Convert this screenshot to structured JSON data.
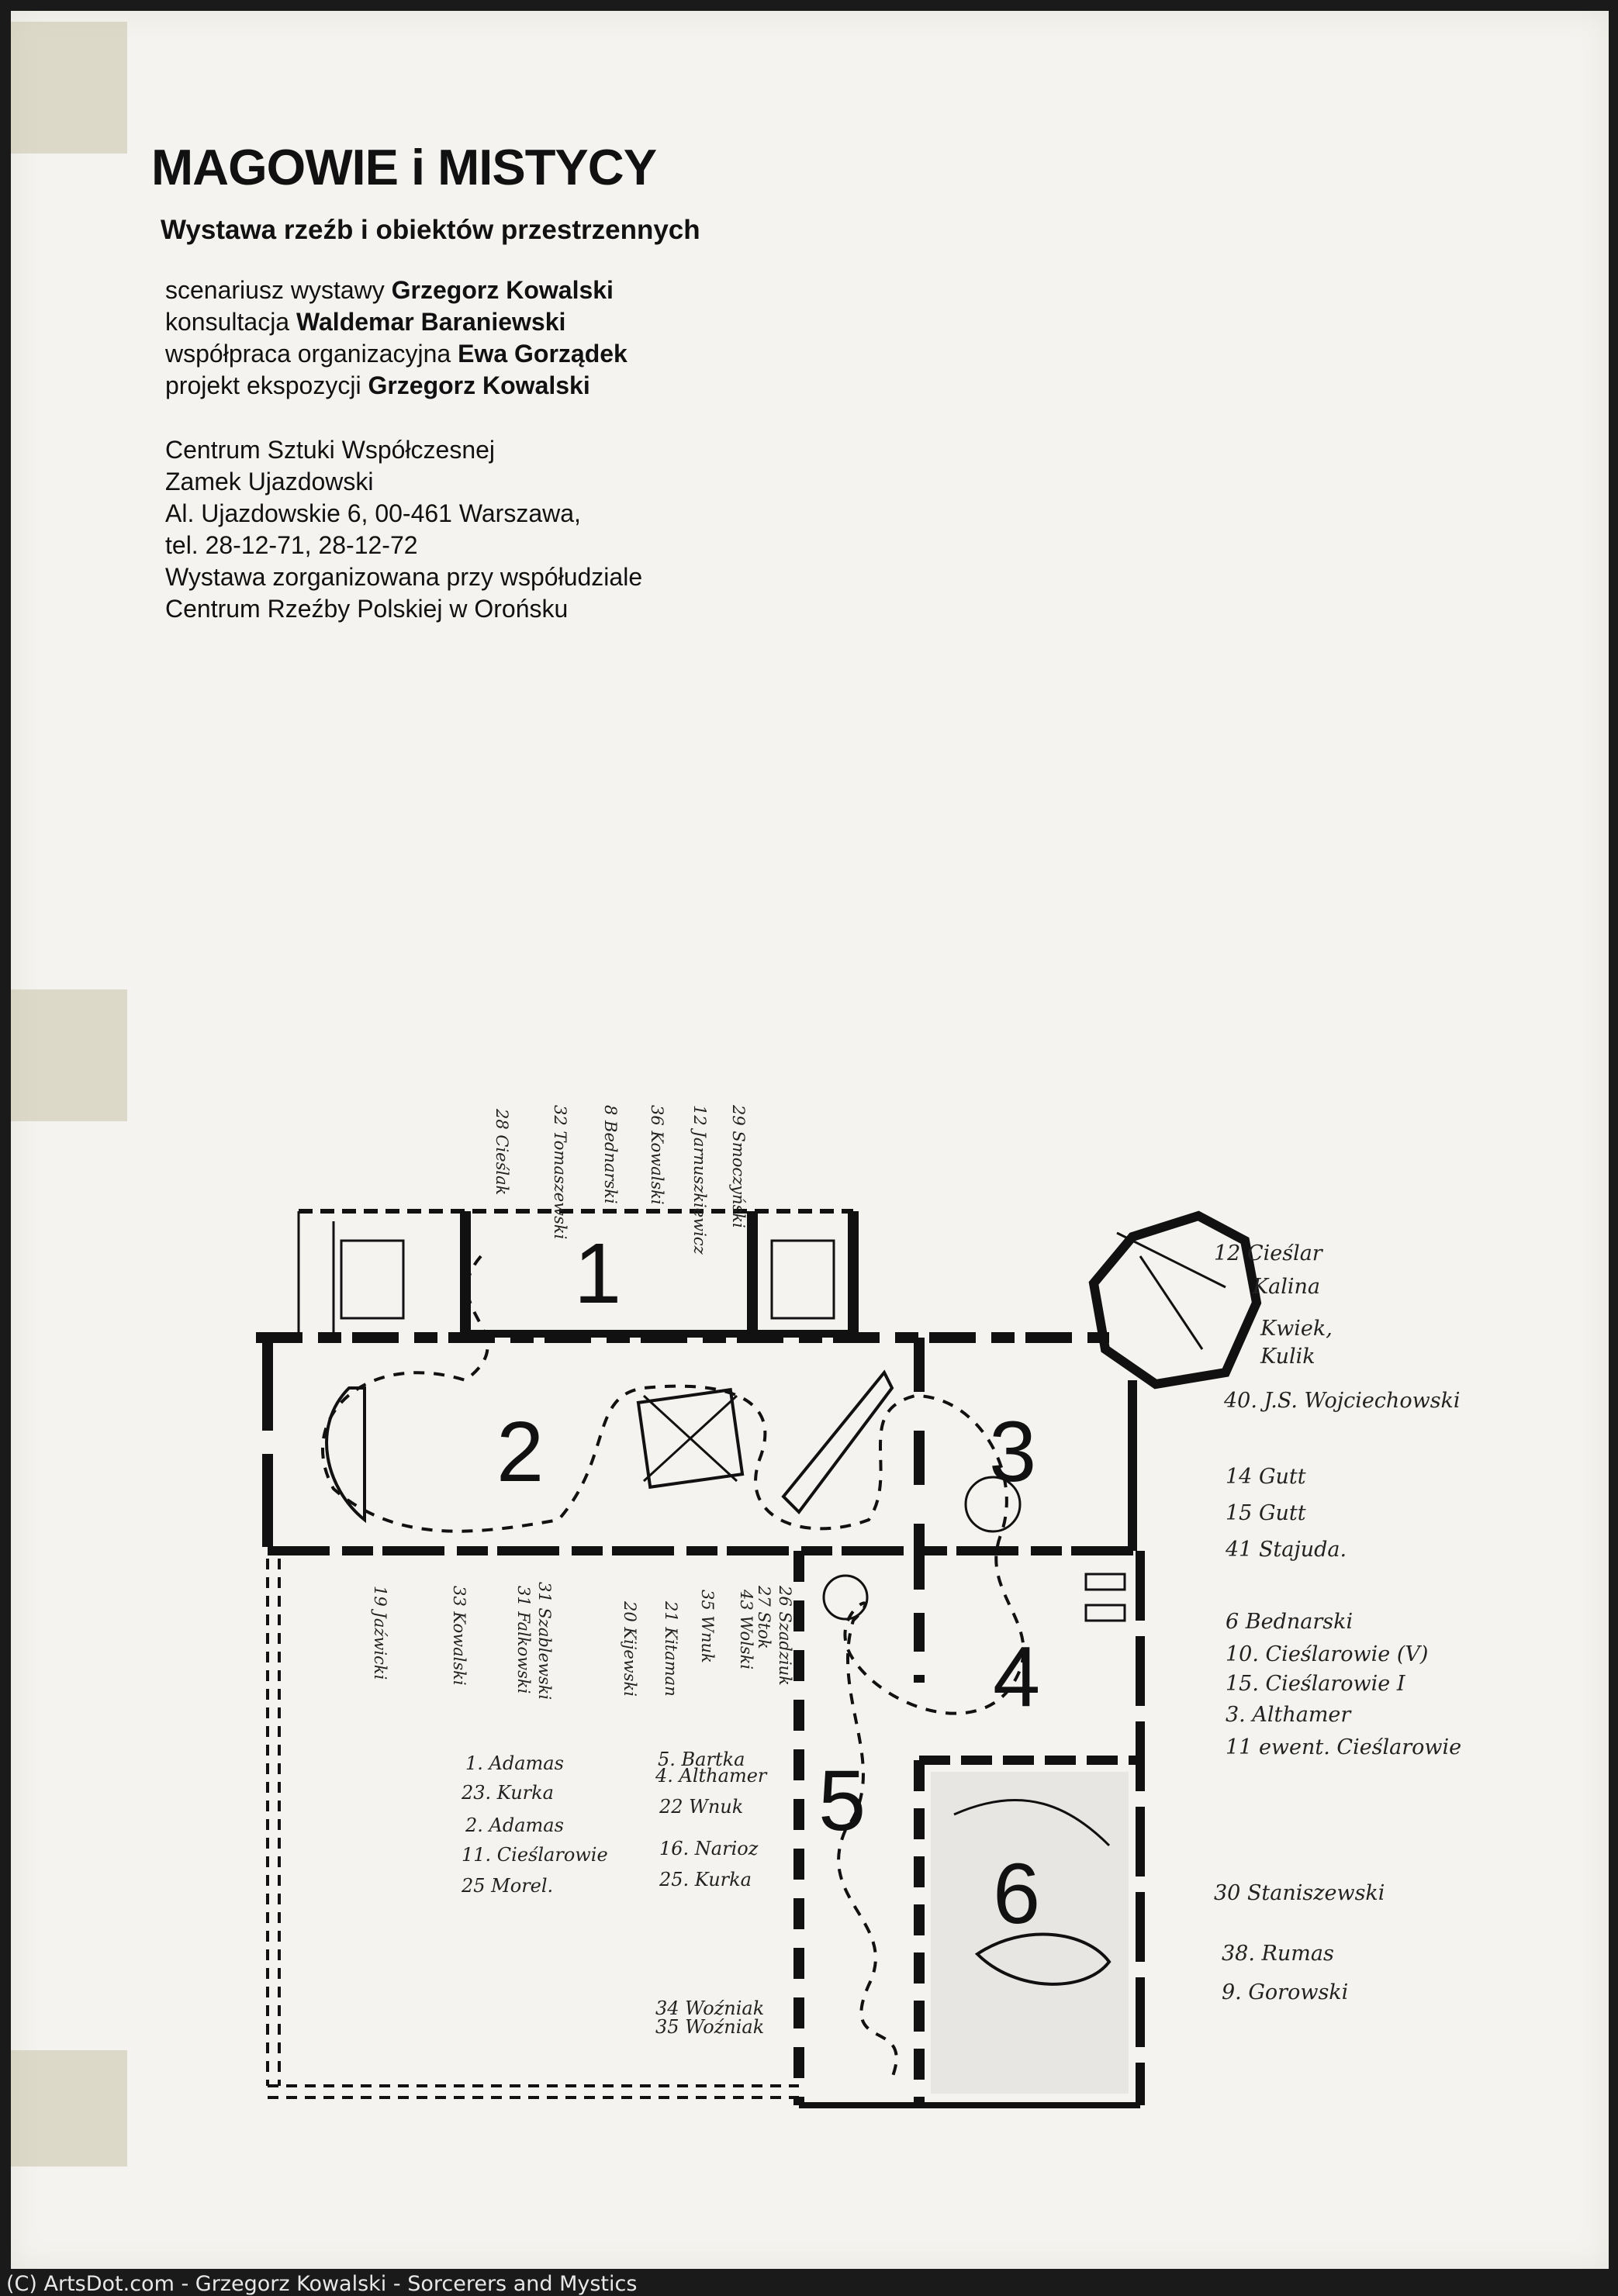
{
  "header": {
    "title": "MAGOWIE i MISTYCY",
    "subtitle": "Wystawa rzeźb i obiektów przestrzennych"
  },
  "credits": [
    {
      "role": "scenariusz wystawy",
      "name": "Grzegorz Kowalski"
    },
    {
      "role": "konsultacja",
      "name": "Waldemar Baraniewski"
    },
    {
      "role": "współpraca organizacyjna",
      "name": "Ewa Gorządek"
    },
    {
      "role": "projekt ekspozycji",
      "name": "Grzegorz Kowalski"
    }
  ],
  "address": [
    "Centrum Sztuki Współczesnej",
    "Zamek Ujazdowski",
    "Al. Ujazdowskie 6, 00-461 Warszawa,",
    "tel. 28-12-71, 28-12-72",
    "Wystawa zorganizowana przy współudziale",
    "Centrum Rzeźby Polskiej w Orońsku"
  ],
  "plan": {
    "rooms": [
      "1",
      "2",
      "3",
      "4",
      "5",
      "6"
    ],
    "top_labels": [
      "28 Cieślak",
      "32 Tomaszewski",
      "8 Bednarski",
      "36 Kowalski",
      "12 Jarnuszkiewicz",
      "29 Smoczyński"
    ],
    "octagon_labels": [
      "12 Cieślar",
      "Kalina",
      "Kwiek,",
      "Kulik"
    ],
    "room3_labels": [
      "40. J.S. Wojciechowski",
      "14 Gutt",
      "15 Gutt",
      "41 Stajuda."
    ],
    "room4_labels": [
      "6 Bednarski",
      "10. Cieślarowie (V)",
      "15. Cieślarowie I",
      "3. Althamer",
      "11 ewent. Cieślarowie"
    ],
    "room6_labels": [
      "30 Staniszewski",
      "38. Rumas",
      "9. Gorowski"
    ],
    "mid_vertical_labels": [
      "19 Jaźwicki",
      "33 Kowalski",
      "31 Falkowski",
      "31 Szablewski",
      "20 Kijewski",
      "21 Kitaman",
      "35 Wnuk",
      "43 Wolski",
      "26 Szadziuk",
      "27 Stok"
    ],
    "left_list": [
      "1. Adamas",
      "23. Kurka",
      "2. Adamas",
      "11. Cieślarowie",
      "25 Morel."
    ],
    "right_list": [
      "5. Bartka",
      "4. Althamer",
      "22 Wnuk",
      "16. Narioz",
      "25. Kurka"
    ],
    "bottom_labels": [
      "34 Woźniak",
      "35 Woźniak"
    ]
  },
  "footer": "(C) ArtsDot.com - Grzegorz Kowalski - Sorcerers and Mystics"
}
